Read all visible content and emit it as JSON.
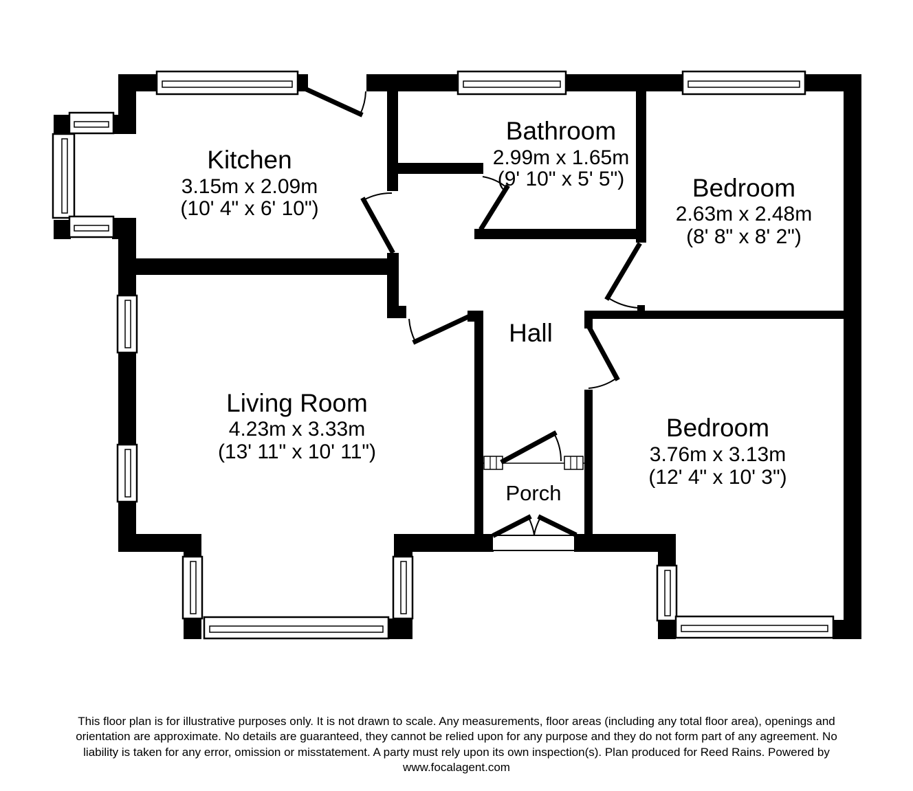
{
  "rooms": {
    "kitchen": {
      "name": "Kitchen",
      "metric": "3.15m x 2.09m",
      "imperial": "(10' 4\" x 6' 10\")"
    },
    "bathroom": {
      "name": "Bathroom",
      "metric": "2.99m x 1.65m",
      "imperial": "(9' 10\" x 5' 5\")"
    },
    "bedroom1": {
      "name": "Bedroom",
      "metric": "2.63m x 2.48m",
      "imperial": "(8' 8\" x 8' 2\")"
    },
    "living": {
      "name": "Living Room",
      "metric": "4.23m x 3.33m",
      "imperial": "(13' 11\" x 10' 11\")"
    },
    "hall": {
      "name": "Hall"
    },
    "porch": {
      "name": "Porch"
    },
    "bedroom2": {
      "name": "Bedroom",
      "metric": "3.76m x 3.13m",
      "imperial": "(12' 4\" x 10' 3\")"
    }
  },
  "colors": {
    "wall": "#000000",
    "floor": "#ffffff",
    "text": "#000000"
  },
  "footer": {
    "lines": [
      "This floor plan is for illustrative purposes only. It is not drawn to scale. Any measurements, floor areas (including any total floor area), openings and",
      "orientation are approximate. No details are guaranteed, they cannot be relied upon for any purpose and they do not form part of any agreement. No",
      "liability is taken for any error, omission or misstatement. A party must rely upon its own inspection(s). Plan produced for Reed Rains. Powered by",
      "www.focalagent.com"
    ]
  }
}
